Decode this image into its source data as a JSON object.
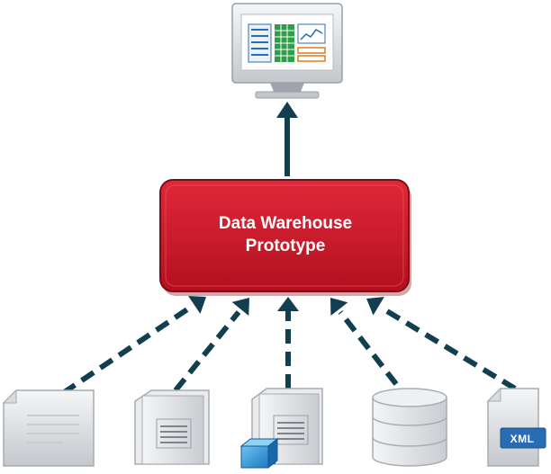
{
  "hub": {
    "line1": "Data Warehouse",
    "line2": "Prototype",
    "color": "#c8102e"
  },
  "connector_color": "#123f4f",
  "sources": [
    {
      "icon": "document-icon"
    },
    {
      "icon": "server-icon"
    },
    {
      "icon": "server-cube-icon"
    },
    {
      "icon": "database-icon"
    },
    {
      "icon": "xml-file-icon",
      "badge": "XML"
    }
  ],
  "output": {
    "icon": "monitor-dashboard-icon"
  }
}
